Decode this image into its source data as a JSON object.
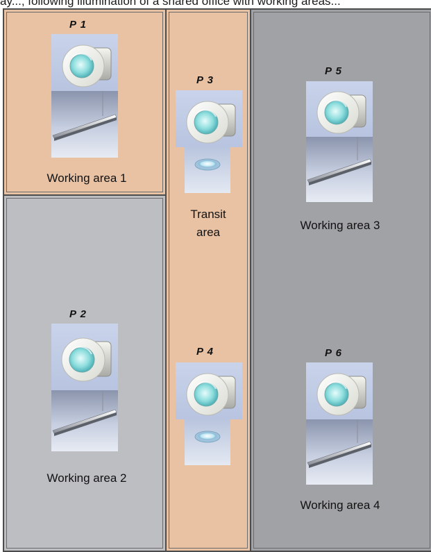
{
  "header_text": "ay...; following illumination of a shared office with working areas...",
  "colors": {
    "peach": "#e9c2a4",
    "light_gray": "#bdbec2",
    "dark_gray": "#a1a2a6",
    "border": "#4c4c4c"
  },
  "zones": [
    {
      "id": "working-area-1",
      "label": "Working area 1",
      "color": "peach"
    },
    {
      "id": "working-area-2",
      "label": "Working area 2",
      "color": "light_gray"
    },
    {
      "id": "transit-area",
      "label_line1": "Transit",
      "label_line2": "area",
      "color": "peach"
    },
    {
      "id": "working-area-3",
      "label": "Working area 3",
      "color": "dark_gray"
    },
    {
      "id": "working-area-4",
      "label": "Working area 4",
      "color": "dark_gray"
    }
  ],
  "presence_sensors": [
    {
      "label": "P 1",
      "zone": "working-area-1",
      "luminaire": "linear-pendant-icon"
    },
    {
      "label": "P 2",
      "zone": "working-area-2",
      "luminaire": "linear-pendant-icon"
    },
    {
      "label": "P 3",
      "zone": "transit-area",
      "luminaire": "round-downlight-icon"
    },
    {
      "label": "P 4",
      "zone": "transit-area",
      "luminaire": "round-downlight-icon"
    },
    {
      "label": "P 5",
      "zone": "working-area-3",
      "luminaire": "linear-pendant-icon"
    },
    {
      "label": "P 6",
      "zone": "working-area-4",
      "luminaire": "linear-pendant-icon"
    }
  ]
}
